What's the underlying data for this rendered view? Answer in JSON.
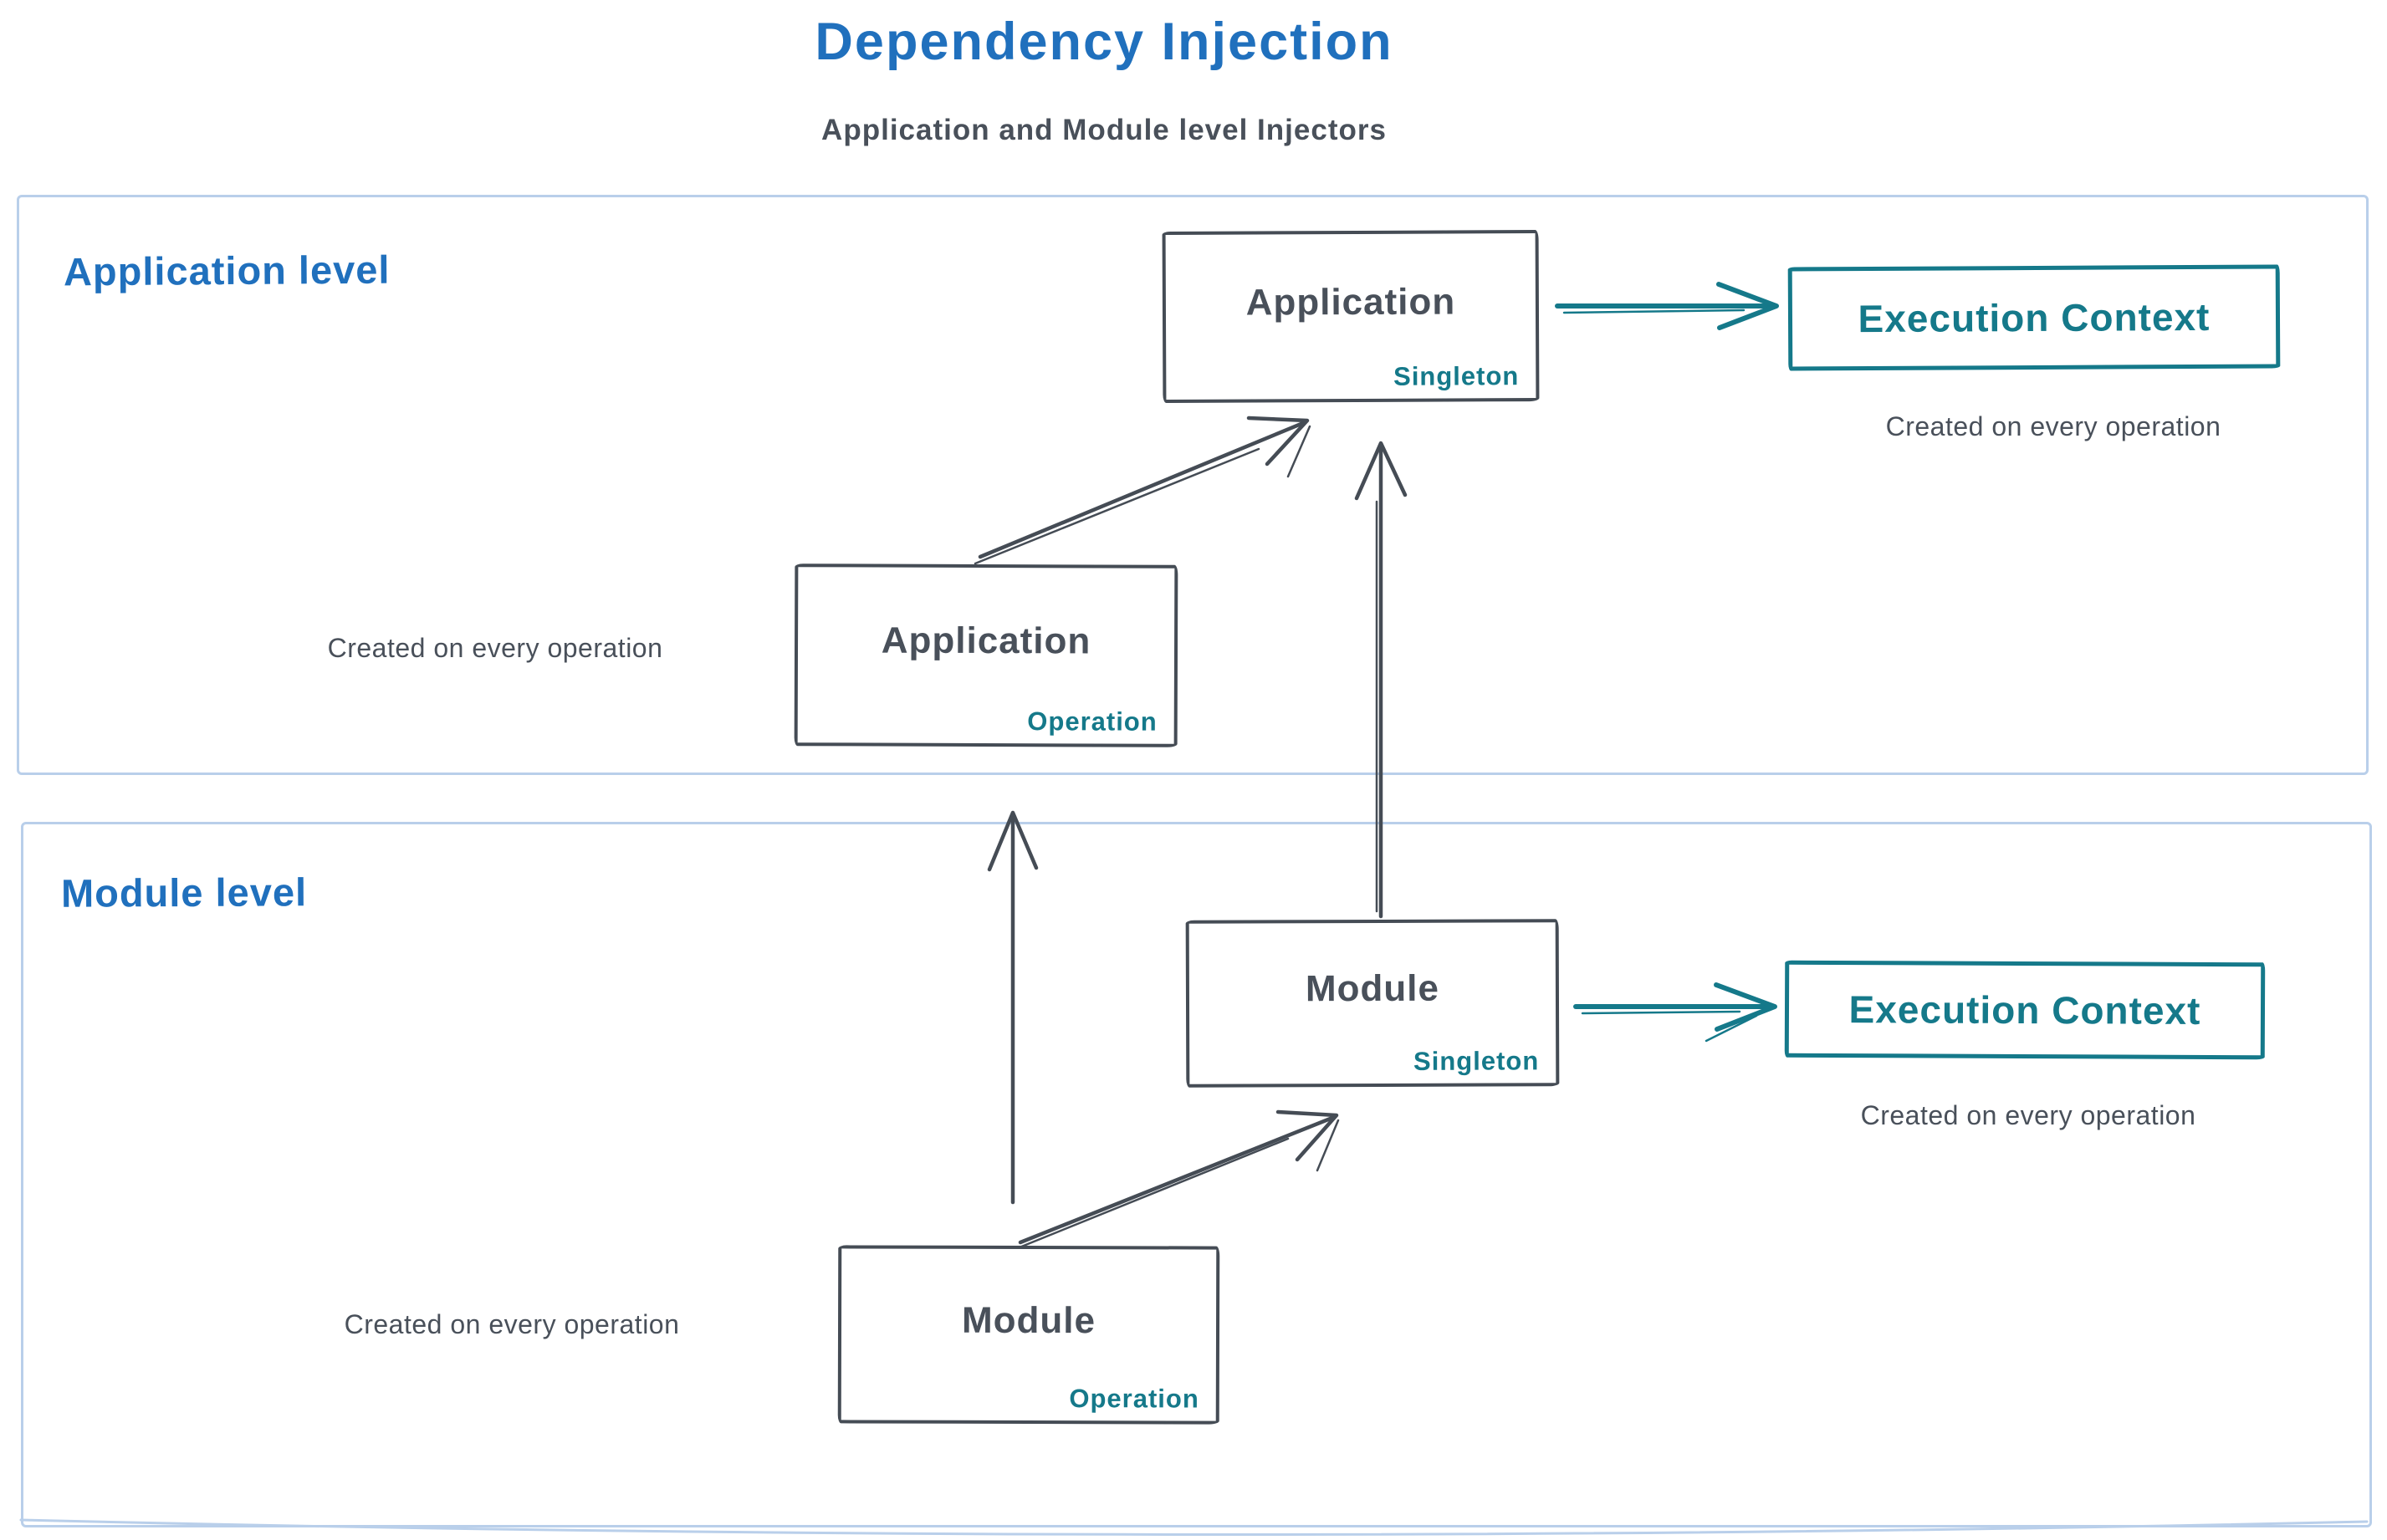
{
  "title": "Dependency Injection",
  "subtitle": "Application and Module level Injectors",
  "colors": {
    "heading_blue": "#2070bd",
    "ink_gray": "#49505a",
    "teal": "#15798a",
    "container_border_blue": "#b9cfea"
  },
  "sections": [
    {
      "id": "application",
      "label": "Application level"
    },
    {
      "id": "module",
      "label": "Module level"
    }
  ],
  "nodes": {
    "app_singleton": {
      "title": "Application",
      "badge": "Singleton"
    },
    "app_operation": {
      "title": "Application",
      "badge": "Operation"
    },
    "module_singleton": {
      "title": "Module",
      "badge": "Singleton"
    },
    "module_operation": {
      "title": "Module",
      "badge": "Operation"
    },
    "ec_application": {
      "title": "Execution Context"
    },
    "ec_module": {
      "title": "Execution Context"
    }
  },
  "captions": {
    "ec_application": "Created on every operation",
    "app_operation": "Created on every operation",
    "ec_module": "Created on every operation",
    "module_operation": "Created on every operation"
  }
}
